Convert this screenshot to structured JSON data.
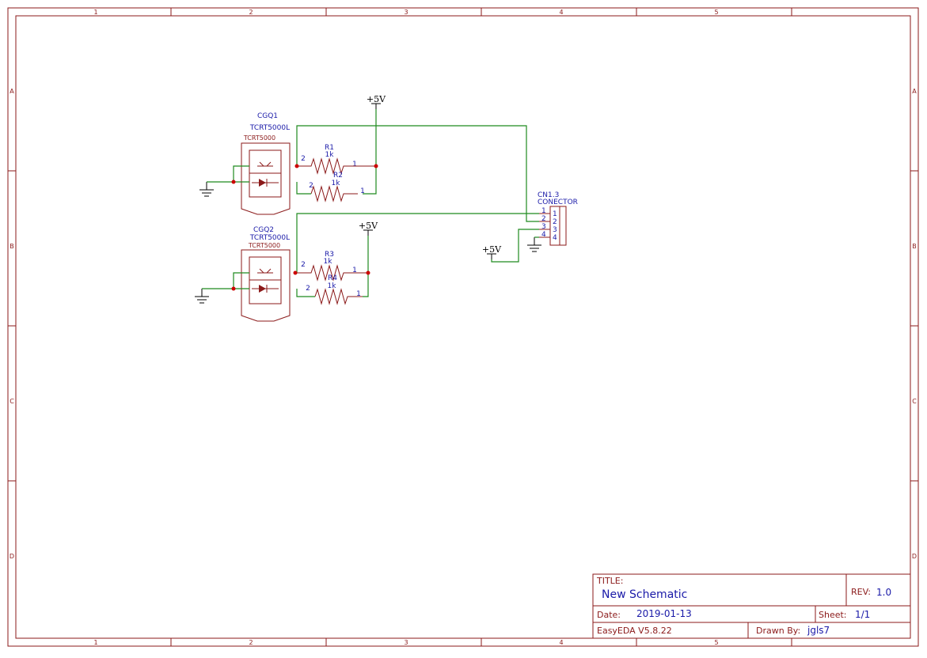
{
  "frame": {
    "columns": [
      "1",
      "2",
      "3",
      "4",
      "5"
    ],
    "rows": [
      "A",
      "B",
      "C",
      "D"
    ]
  },
  "components": {
    "cgq1": {
      "designator": "CGQ1",
      "value": "TCRT5000L",
      "footprint": "TCRT5000"
    },
    "cgq2": {
      "designator": "CGQ2",
      "value": "TCRT5000L",
      "footprint": "TCRT5000"
    },
    "r1": {
      "designator": "R1",
      "value": "1k",
      "pin_left": "2",
      "pin_right": "1"
    },
    "r2": {
      "designator": "R2",
      "value": "1k",
      "pin_left": "2",
      "pin_right": "1"
    },
    "r3": {
      "designator": "R3",
      "value": "1k",
      "pin_left": "2",
      "pin_right": "1"
    },
    "r4": {
      "designator": "R4",
      "value": "1k",
      "pin_left": "2",
      "pin_right": "1"
    },
    "cn1": {
      "designator": "CN1.3",
      "value": "CONECTOR",
      "pins": [
        "1",
        "2",
        "3",
        "4"
      ]
    }
  },
  "power": {
    "vcc_label": "+5V"
  },
  "title_block": {
    "title_label": "TITLE:",
    "title": "New Schematic",
    "rev_label": "REV:",
    "rev": "1.0",
    "date_label": "Date:",
    "date": "2019-01-13",
    "sheet_label": "Sheet:",
    "sheet": "1/1",
    "tool": "EasyEDA V5.8.22",
    "drawn_label": "Drawn By:",
    "drawn_by": "jgls7"
  }
}
